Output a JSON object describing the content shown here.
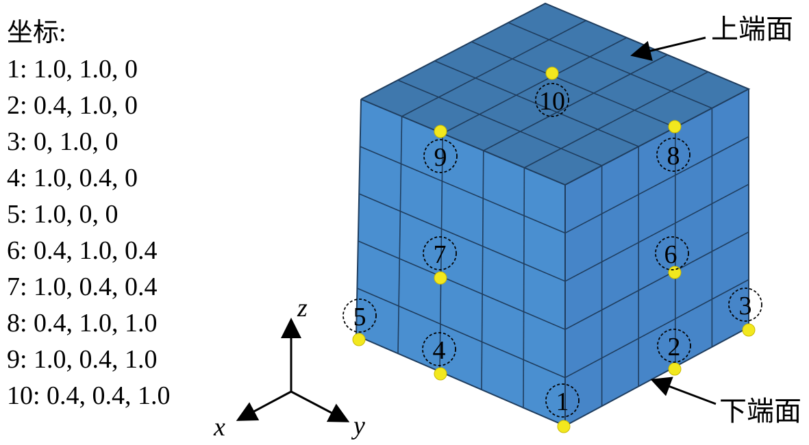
{
  "legend": {
    "title": "坐标:",
    "lines": [
      "1: 1.0, 1.0, 0",
      "2: 0.4, 1.0, 0",
      "3: 0, 1.0, 0",
      "4: 1.0, 0.4, 0",
      "5: 1.0, 0, 0",
      "6: 0.4, 1.0, 0.4",
      "7: 1.0, 0.4, 0.4",
      "8: 0.4, 1.0, 1.0",
      "9: 1.0, 0.4, 1.0",
      "10: 0.4, 0.4, 1.0"
    ]
  },
  "axes": {
    "x": "x",
    "y": "y",
    "z": "z"
  },
  "faces": {
    "top": "上端面",
    "bottom": "下端面"
  },
  "points": [
    "1",
    "2",
    "3",
    "4",
    "5",
    "6",
    "7",
    "8",
    "9",
    "10"
  ],
  "colors": {
    "front": "#4a8fd0",
    "side": "#4683c4",
    "top": "#3e78ac",
    "grid": "#1f3d5e",
    "marker": "#f2e81e"
  }
}
